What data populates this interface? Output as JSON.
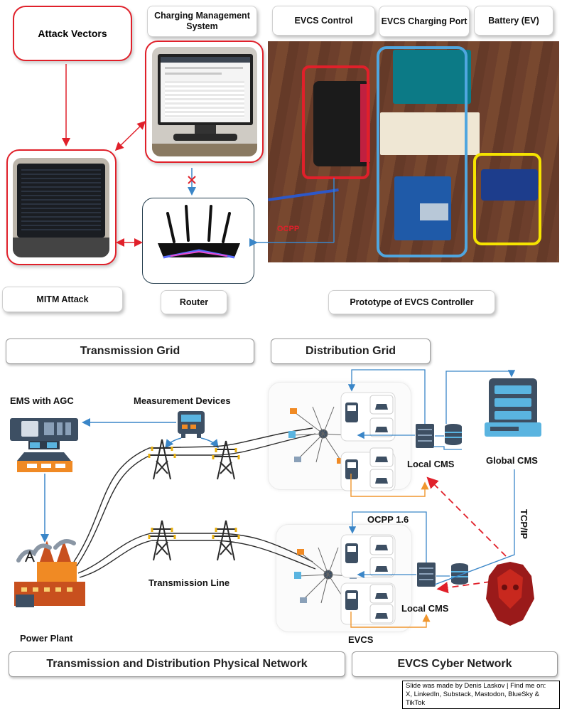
{
  "top": {
    "attack_vectors": "Attack Vectors",
    "cms_title": "Charging Management System",
    "evcs_control": "EVCS Control",
    "evcs_port": "EVCS Charging Port",
    "battery": "Battery (EV)",
    "mitm": "MITM  Attack",
    "router": "Router",
    "prototype": "Prototype of EVCS Controller",
    "ocpp_photo_label": "OCPP"
  },
  "bottom": {
    "transmission_grid": "Transmission Grid",
    "distribution_grid": "Distribution Grid",
    "ems": "EMS with AGC",
    "measurement": "Measurement Devices",
    "transmission_line": "Transmission Line",
    "power_plant": "Power Plant",
    "local_cms_1": "Local  CMS",
    "local_cms_2": "Local  CMS",
    "global_cms": "Global CMS",
    "ocpp": "OCPP 1.6",
    "tcpip": "TCP/IP",
    "evcs": "EVCS",
    "physical_network": "Transmission and Distribution Physical Network",
    "cyber_network": "EVCS Cyber Network"
  },
  "credit": {
    "line1": "Slide was made by Denis Laskov | Find me on:",
    "line2": "X, LinkedIn, Substack, Mastodon, BlueSky & TikTok"
  },
  "colors": {
    "red_accent": "#e0202a",
    "blue_link": "#4a90d9",
    "orange_link": "#f0962e",
    "yellow_highlight": "#f5e400"
  }
}
